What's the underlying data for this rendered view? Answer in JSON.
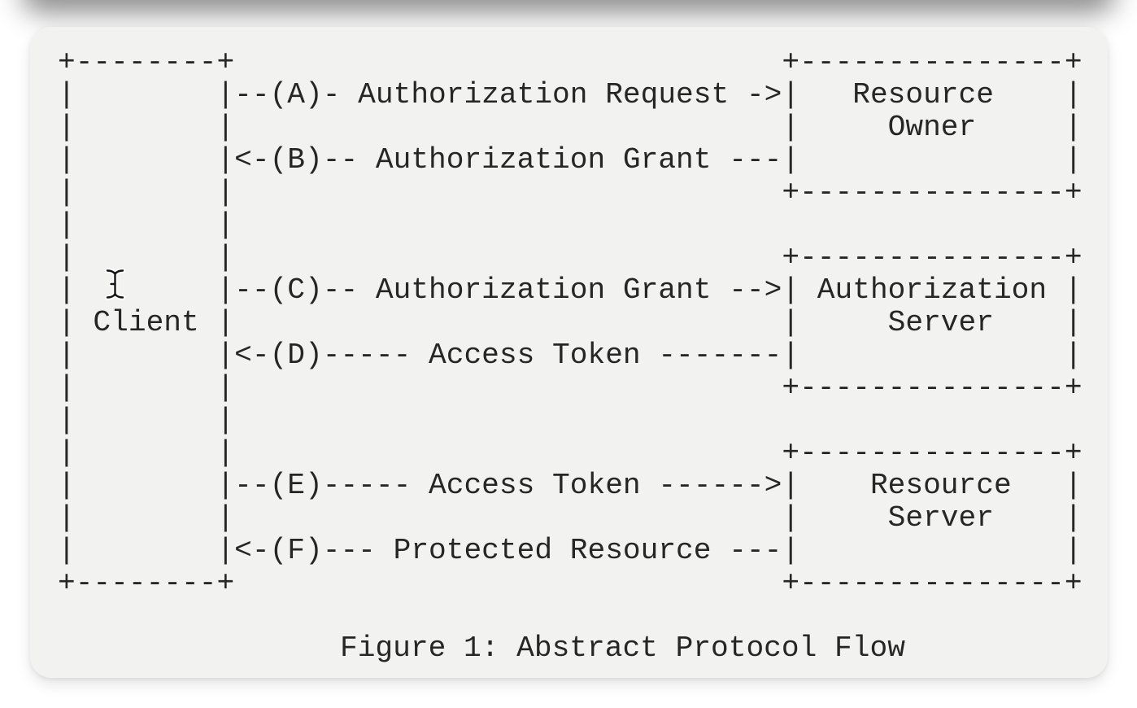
{
  "colors": {
    "page_background": "#ffffff",
    "card_background": "#f2f2f0",
    "text": "#262626"
  },
  "figure": {
    "caption": "Figure 1: Abstract Protocol Flow",
    "ascii_lines": [
      "+--------+                               +---------------+",
      "|        |--(A)- Authorization Request ->|   Resource    |",
      "|        |                               |     Owner     |",
      "|        |<-(B)-- Authorization Grant ---|               |",
      "|        |                               +---------------+",
      "|        |",
      "|        |                               +---------------+",
      "|        |--(C)-- Authorization Grant -->| Authorization |",
      "| Client |                               |     Server    |",
      "|        |<-(D)----- Access Token -------|               |",
      "|        |                               +---------------+",
      "|        |",
      "|        |                               +---------------+",
      "|        |--(E)----- Access Token ------>|    Resource   |",
      "|        |                               |     Server    |",
      "|        |<-(F)--- Protected Resource ---|               |",
      "+--------+                               +---------------+"
    ],
    "entities": [
      "Client",
      "Resource Owner",
      "Authorization Server",
      "Resource Server"
    ],
    "steps": [
      {
        "id": "A",
        "label": "Authorization Request"
      },
      {
        "id": "B",
        "label": "Authorization Grant"
      },
      {
        "id": "C",
        "label": "Authorization Grant"
      },
      {
        "id": "D",
        "label": "Access Token"
      },
      {
        "id": "E",
        "label": "Access Token"
      },
      {
        "id": "F",
        "label": "Protected Resource"
      }
    ]
  },
  "cursor": {
    "name": "ibeam-text-cursor"
  }
}
